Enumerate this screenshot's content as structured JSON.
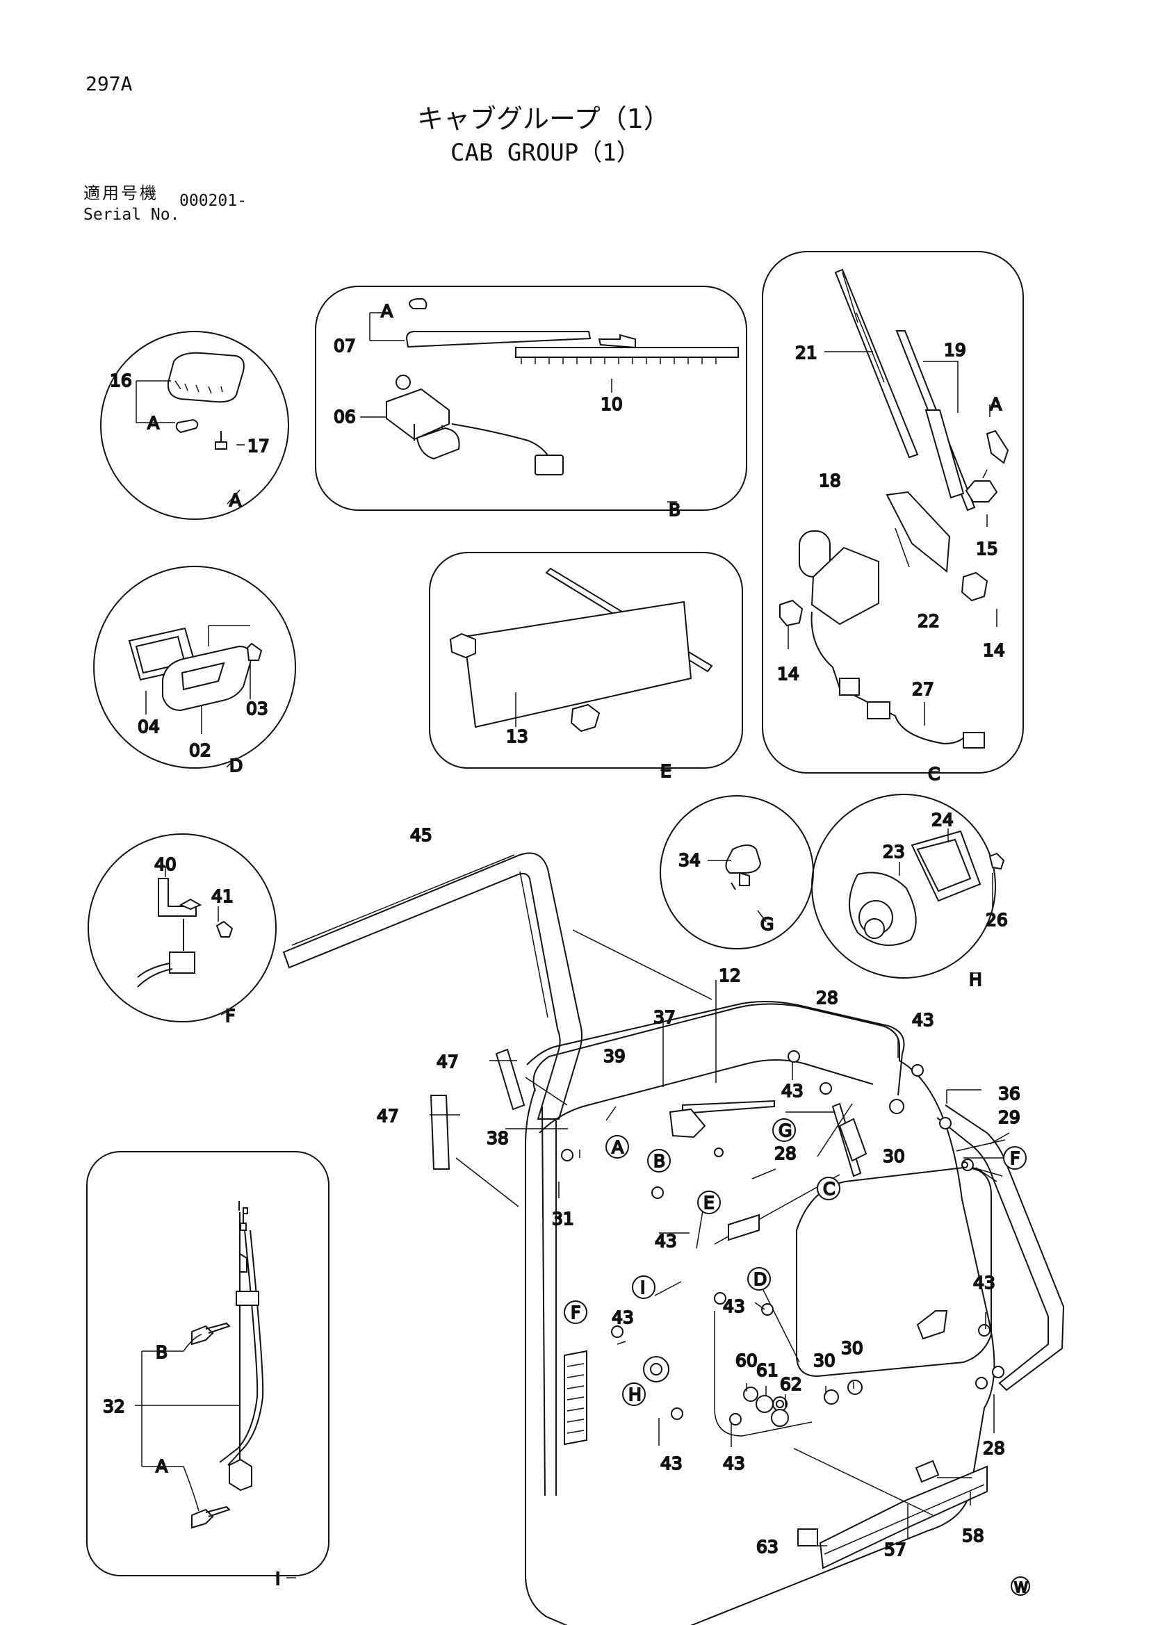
{
  "header": {
    "page_code": "297A",
    "title_jp": "キャブグループ（1）",
    "title_en": "CAB GROUP（1）",
    "serial_label_jp": "適用号機",
    "serial_label_en": "Serial No.",
    "serial_value": "000201-"
  },
  "callouts": {
    "A": "A",
    "B": "B",
    "C": "C",
    "D": "D",
    "E": "E",
    "F": "F",
    "G": "G",
    "H": "H",
    "I": "I"
  },
  "parts": {
    "p02": "02",
    "p03": "03",
    "p04": "04",
    "p06": "06",
    "p07": "07",
    "p10": "10",
    "p12": "12",
    "p13": "13",
    "p14": "14",
    "p15": "15",
    "p16": "16",
    "p17": "17",
    "p18": "18",
    "p19": "19",
    "p21": "21",
    "p22": "22",
    "p23": "23",
    "p24": "24",
    "p26": "26",
    "p27": "27",
    "p28": "28",
    "p29": "29",
    "p30": "30",
    "p31": "31",
    "p32": "32",
    "p34": "34",
    "p36": "36",
    "p37": "37",
    "p38": "38",
    "p39": "39",
    "p40": "40",
    "p41": "41",
    "p43": "43",
    "p45": "45",
    "p47": "47",
    "p57": "57",
    "p58": "58",
    "p60": "60",
    "p61": "61",
    "p62": "62",
    "p63": "63"
  },
  "footer": {
    "mark": "W"
  }
}
